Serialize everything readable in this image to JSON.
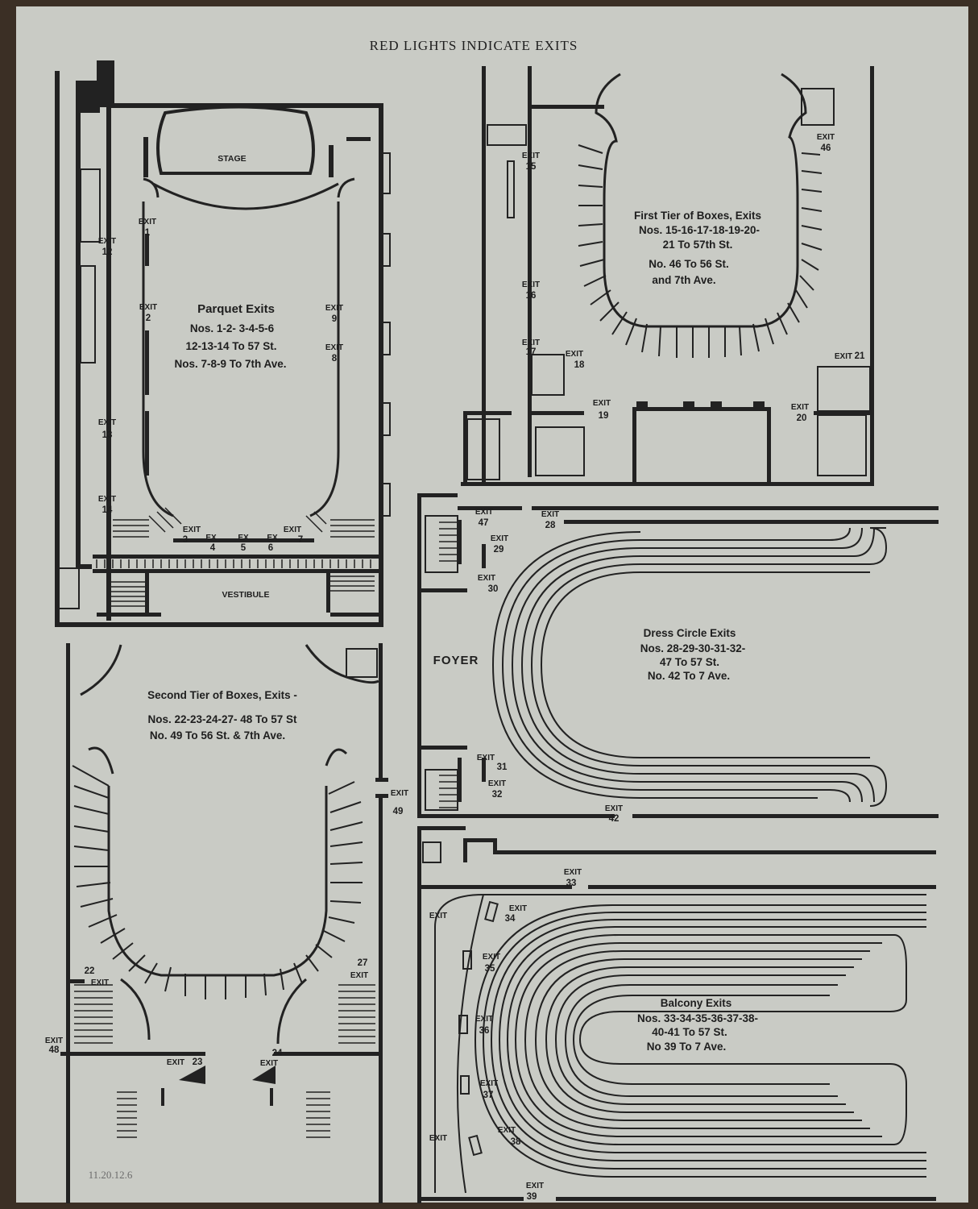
{
  "heading": "RED LIGHTS INDICATE EXITS",
  "pencil_note": "11.20.12.6",
  "plans": {
    "parquet": {
      "title": "Parquet Exits",
      "line1": "Nos. 1-2- 3-4-5-6",
      "line2": "12-13-14 To 57 St.",
      "line3": "Nos. 7-8-9 To 7th Ave.",
      "stage": "STAGE",
      "vestibule": "VESTIBULE",
      "exits": [
        {
          "label": "EXIT",
          "num": "1"
        },
        {
          "label": "EXIT",
          "num": "2"
        },
        {
          "label": "EXIT",
          "num": "3"
        },
        {
          "label": "EX",
          "num": "4"
        },
        {
          "label": "EX",
          "num": "5"
        },
        {
          "label": "EX",
          "num": "6"
        },
        {
          "label": "EXIT",
          "num": "7"
        },
        {
          "label": "EXIT",
          "num": "8"
        },
        {
          "label": "EXIT",
          "num": "9"
        },
        {
          "label": "EXIT",
          "num": "12"
        },
        {
          "label": "EXIT",
          "num": "13"
        },
        {
          "label": "EXIT",
          "num": "14"
        }
      ]
    },
    "first_tier": {
      "title": "First Tier of Boxes, Exits",
      "line1": "Nos. 15-16-17-18-19-20-",
      "line2": "21 To 57th St.",
      "line3": "No. 46 To 56 St.",
      "line4": "and 7th Ave.",
      "exits": [
        {
          "label": "EXIT",
          "num": "15"
        },
        {
          "label": "EXIT",
          "num": "16"
        },
        {
          "label": "EXIT",
          "num": "17"
        },
        {
          "label": "EXIT",
          "num": "18"
        },
        {
          "label": "EXIT",
          "num": "19"
        },
        {
          "label": "EXIT",
          "num": "20"
        },
        {
          "label": "EXIT",
          "num": "21"
        },
        {
          "label": "EXIT",
          "num": "46"
        }
      ]
    },
    "dress_circle": {
      "title": "Dress Circle Exits",
      "line1": "Nos. 28-29-30-31-32-",
      "line2": "47 To 57 St.",
      "line3": "No. 42 To 7 Ave.",
      "foyer": "FOYER",
      "exits": [
        {
          "label": "EXIT",
          "num": "28"
        },
        {
          "label": "EXIT",
          "num": "29"
        },
        {
          "label": "EXIT",
          "num": "30"
        },
        {
          "label": "EXIT",
          "num": "31"
        },
        {
          "label": "EXIT",
          "num": "32"
        },
        {
          "label": "EXIT",
          "num": "42"
        },
        {
          "label": "EXIT",
          "num": "47"
        }
      ]
    },
    "second_tier": {
      "title": "Second Tier of Boxes, Exits -",
      "line1": "Nos. 22-23-24-27- 48 To 57 St",
      "line2": "No. 49 To 56 St. & 7th Ave.",
      "exits": [
        {
          "label": "EXIT",
          "num": "22"
        },
        {
          "label": "EXIT",
          "num": "23"
        },
        {
          "label": "EXIT",
          "num": "24"
        },
        {
          "label": "EXIT",
          "num": "27"
        },
        {
          "label": "EXIT",
          "num": "48"
        },
        {
          "label": "EXIT",
          "num": "49"
        }
      ]
    },
    "balcony": {
      "title": "Balcony Exits",
      "line1": "Nos. 33-34-35-36-37-38-",
      "line2": "40-41 To 57 St.",
      "line3": "No 39 To 7 Ave.",
      "exits": [
        {
          "label": "EXIT",
          "num": "33"
        },
        {
          "label": "EXIT",
          "num": "34"
        },
        {
          "label": "EXIT",
          "num": "35"
        },
        {
          "label": "EXIT",
          "num": "36"
        },
        {
          "label": "EXIT",
          "num": "37"
        },
        {
          "label": "EXIT",
          "num": "38"
        },
        {
          "label": "EXIT",
          "num": "39"
        },
        {
          "label": "EXIT",
          "num": ""
        },
        {
          "label": "EXIT",
          "num": ""
        }
      ]
    }
  }
}
